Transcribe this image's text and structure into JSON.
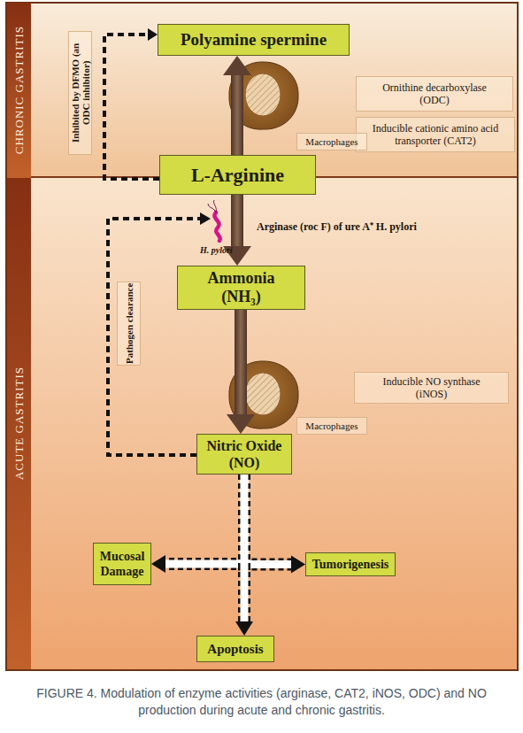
{
  "diagram": {
    "caption": "FIGURE 4. Modulation of enzyme activities (arginase, CAT2, iNOS, ODC) and NO production during acute and chronic gastritis.",
    "nodes": [
      {
        "text": [
          "CHRONIC GASTRITIS"
        ]
      },
      {
        "text": [
          "ACUTE GASTRITIS"
        ]
      },
      {
        "text": [
          "Polyamine spermine"
        ]
      },
      {
        "text": [
          "Ornithine decarboxylase (ODC)"
        ]
      },
      {
        "text": [
          "Inducible cationic amino acid transporter (CAT2)"
        ]
      },
      {
        "text": [
          "Macrophages"
        ]
      },
      {
        "text": [
          "L-Arginine"
        ]
      },
      {
        "text": [
          "Ammonia (NH₃)"
        ]
      },
      {
        "text": [
          "Inducible NO synthase (iNOS)"
        ]
      },
      {
        "text": [
          "Macrophages"
        ]
      },
      {
        "text": [
          "Nitric Oxide (NO)"
        ]
      },
      {
        "text": [
          "Mucosal Damage"
        ]
      },
      {
        "text": [
          "Tumorigenesis"
        ]
      },
      {
        "text": [
          "Apoptosis"
        ]
      }
    ],
    "edges": [
      {
        "from": 6,
        "to": 2,
        "arrow": "to"
      },
      {
        "from": 6,
        "to": 2,
        "label": "Inhibited by DFMO (an ODC inhibitor)",
        "arrow": "to"
      },
      {
        "from": 6,
        "to": 7,
        "arrow": "to"
      },
      {
        "from": 7,
        "to": 10,
        "arrow": "to"
      },
      {
        "from": 10,
        "to": 11,
        "arrow": "to"
      },
      {
        "from": 10,
        "to": 12,
        "arrow": "to"
      },
      {
        "from": 10,
        "to": 13,
        "arrow": "to"
      }
    ],
    "labels": [
      "Arginase (roc F) of ure A⁺ H. pylori",
      "H. pylori",
      "Pathogen clearance"
    ]
  }
}
